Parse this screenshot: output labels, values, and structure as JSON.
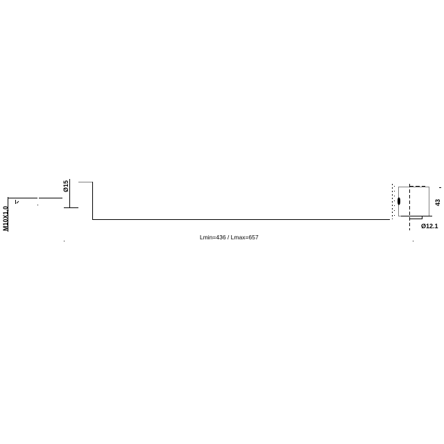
{
  "drawing": {
    "thread_label": "M10X1,0",
    "diameter_left_label": "Ø15",
    "height_right_label": "43",
    "diameter_right_label": "Ø12.1",
    "length_label": "Lmin=436 / Lmax=657"
  },
  "colors": {
    "line": "#000000",
    "secondary_line": "#808080"
  }
}
